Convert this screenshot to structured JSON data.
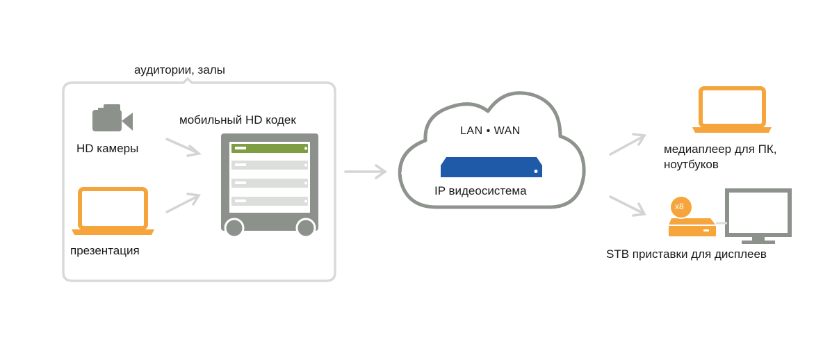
{
  "venue": {
    "title": "аудитории, залы",
    "camera_label": "HD камеры",
    "presentation_label": "презентация",
    "codec_label": "мобильный HD кодек"
  },
  "network": {
    "cloud_label": "LAN • WAN",
    "system_label": "IP видеосистема"
  },
  "endpoints": {
    "player_label_line1": "медиаплеер для ПК,",
    "player_label_line2": "ноутбуков",
    "stb_badge": "x8",
    "stb_label": "STB приставки для дисплеев"
  },
  "colors": {
    "orange": "#f5a53c",
    "gray_icon": "#8c918c",
    "frame_gray": "#d8dad8",
    "arrow_gray": "#d4d4d4",
    "cloud_stroke": "#8e938e",
    "codec_green": "#7f9e44",
    "server_blue": "#1e5aa8"
  },
  "icons": {
    "camera": "video-camera-icon",
    "laptop": "laptop-icon",
    "codec": "rack-codec-icon",
    "cloud": "cloud-icon",
    "server": "rack-server-icon",
    "monitor": "monitor-icon",
    "stb": "set-top-box-icon"
  }
}
